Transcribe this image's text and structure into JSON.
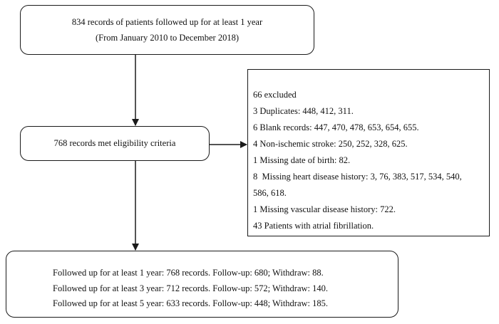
{
  "top_box": {
    "line1": "834 records of patients followed up for at least 1 year",
    "line2": "(From January 2010 to December 2018)"
  },
  "eligible_box": {
    "label": "768 records met eligibility criteria"
  },
  "excluded_box": {
    "lines": [
      "66 excluded",
      "3 Duplicates: 448, 412, 311.",
      "6 Blank records: 447, 470, 478, 653, 654, 655.",
      "4 Non-ischemic stroke: 250, 252, 328, 625.",
      "1 Missing date of birth: 82.",
      "8  Missing heart disease history: 3, 76, 383, 517, 534, 540,",
      "586, 618.",
      "1 Missing vascular disease history: 722.",
      "43 Patients with atrial fibrillation."
    ]
  },
  "followup_box": {
    "lines": [
      "Followed up for at least 1 year: 768 records. Follow-up: 680; Withdraw: 88.",
      "Followed up for at least 3 year: 712 records. Follow-up: 572; Withdraw: 140.",
      "Followed up for at least 5 year: 633 records. Follow-up: 448; Withdraw: 185."
    ]
  }
}
